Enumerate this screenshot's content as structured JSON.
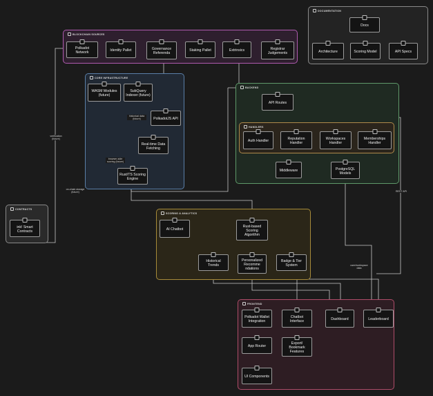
{
  "groups": {
    "documentation": "DOCUMENTATION",
    "blockchain_sources": "BLOCKCHAIN SOURCES",
    "core_infrastructure": "CORE INFRASTRUCTURE",
    "backend": "BACKEND",
    "handlers": "HANDLERS",
    "contracts": "CONTRACTS",
    "scoring_analytics": "SCORING & ANALYTICS",
    "frontend": "FRONTEND"
  },
  "nodes": {
    "docs": "Docs",
    "architecture": "Architecture",
    "scoring_model": "Scoring Model",
    "api_specs": "API Specs",
    "polkadot_network": "Polkadot Network",
    "identity_pallet": "Identity Pallet",
    "governance_referenda": "Governance\nReferenda",
    "staking_pallet": "Staking Pallet",
    "extrinsics": "Extrinsics",
    "registrar_judgements": "Registrar\nJudgements",
    "wasm_modules": "WASM Modules\n(future)",
    "subquery_indexer": "SubQuery\nIndexer (future)",
    "polkadotjs_api": "PolkadotJS API",
    "realtime_fetching": "Real-time Data\nFetching",
    "rusts_scoring_engine": "Rust/TS Scoring\nEngine",
    "api_routes": "API Routes",
    "auth_handler": "Auth Handler",
    "reputation_handler": "Reputation\nHandler",
    "workspaces_handler": "Workspaces\nHandler",
    "memberships_handler": "Memberships\nHandler",
    "middleware": "Middleware",
    "postgresql_models": "PostgreSQL\nModels",
    "ink_contracts": "ink! Smart\nContracts",
    "ai_chatbot": "AI Chatbot",
    "rust_scoring_algorithm": "Rust-based\nScoring\nAlgorithm",
    "historical_trends": "Historical Trends",
    "personalized_recommendations": "Personalized\nRecomme\nndations",
    "badge_tier_system": "Badge & Tier\nSystem",
    "wallet_integration": "Polkadot Wallet\nIntegration",
    "chatbot_interface": "Chatbot Interface",
    "dashboard": "Dashboard",
    "leaderboard": "Leaderboard",
    "app_router": "App Router",
    "export_bookmark": "Export/\nBookmark\nFeatures",
    "ui_components": "UI Components"
  },
  "edge_labels": {
    "verification": "verification\n(future)",
    "historical_data": "historical data\n(future)",
    "browser_side": "browser-side\nscoring (future)",
    "onchain_storage": "on-chain storage\n(future)",
    "rest_api": "REST API",
    "user_workspace": "user/workspace\ndata"
  },
  "colors": {
    "documentation": "#8a8a8a",
    "blockchain": "#b05bb0",
    "core": "#5a7fa8",
    "backend": "#5f9a6a",
    "handlers": "#b08a4a",
    "contracts": "#8a8a8a",
    "scoring": "#a88c3a",
    "frontend": "#b04d6a"
  }
}
